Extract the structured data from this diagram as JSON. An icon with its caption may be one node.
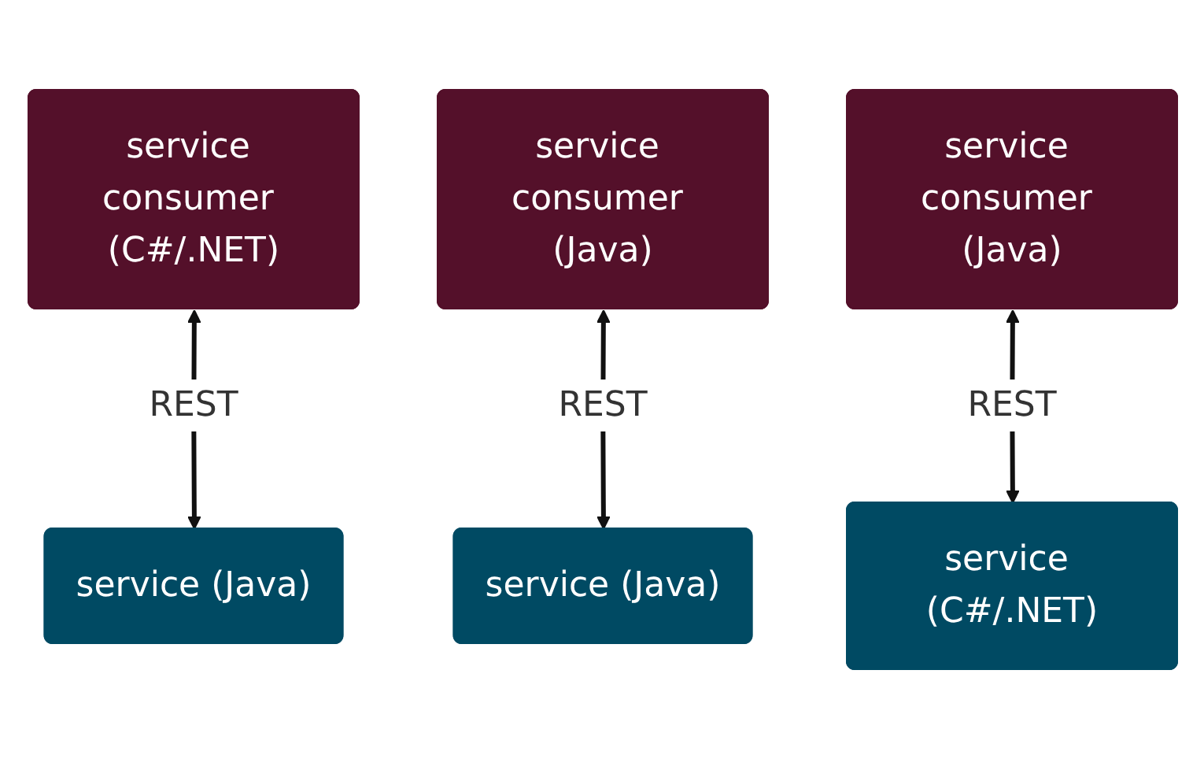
{
  "diagram": {
    "nodes": [
      {
        "text": [
          "service consumer (C#/.NET)"
        ]
      },
      {
        "text": [
          "service consumer (Java)"
        ]
      },
      {
        "text": [
          "service consumer (Java)"
        ]
      },
      {
        "text": [
          "service (Java)"
        ]
      },
      {
        "text": [
          "service (Java)"
        ]
      },
      {
        "text": [
          "service (C#/.NET)"
        ]
      }
    ],
    "edges": [
      {
        "from": 0,
        "to": 3,
        "arrow": "both",
        "label": "REST"
      },
      {
        "from": 1,
        "to": 4,
        "arrow": "both",
        "label": "REST"
      },
      {
        "from": 2,
        "to": 5,
        "arrow": "both",
        "label": "REST"
      }
    ]
  }
}
